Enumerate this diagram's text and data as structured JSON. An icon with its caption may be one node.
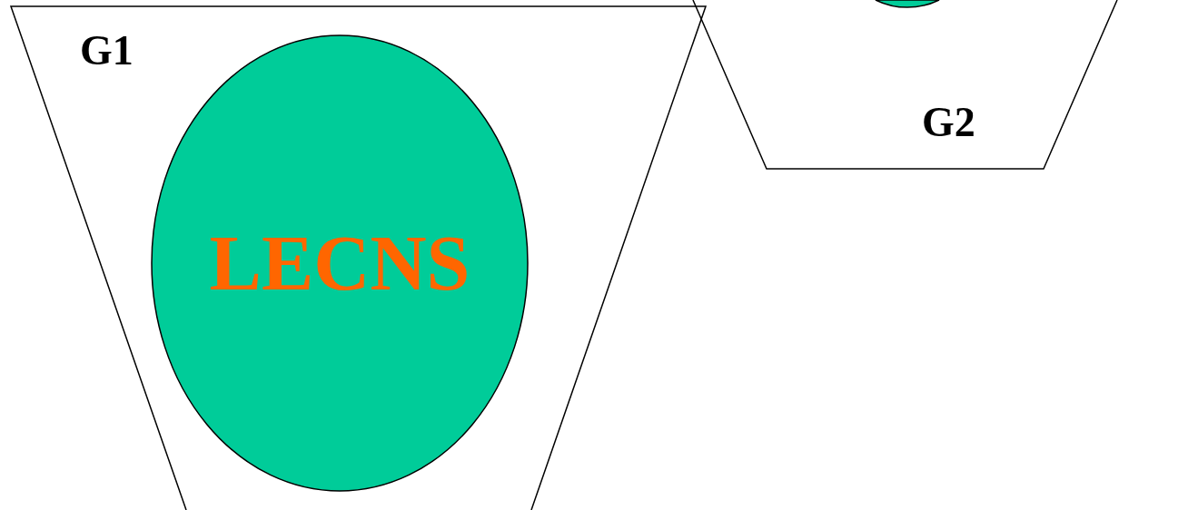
{
  "diagram": {
    "nodes": [
      {
        "text": [
          "G1"
        ]
      },
      {
        "text": [
          "LECNS"
        ],
        "in": 0
      },
      {
        "text": [
          "G2"
        ]
      },
      {
        "text": [],
        "shape": "circle",
        "in": 2
      }
    ]
  }
}
